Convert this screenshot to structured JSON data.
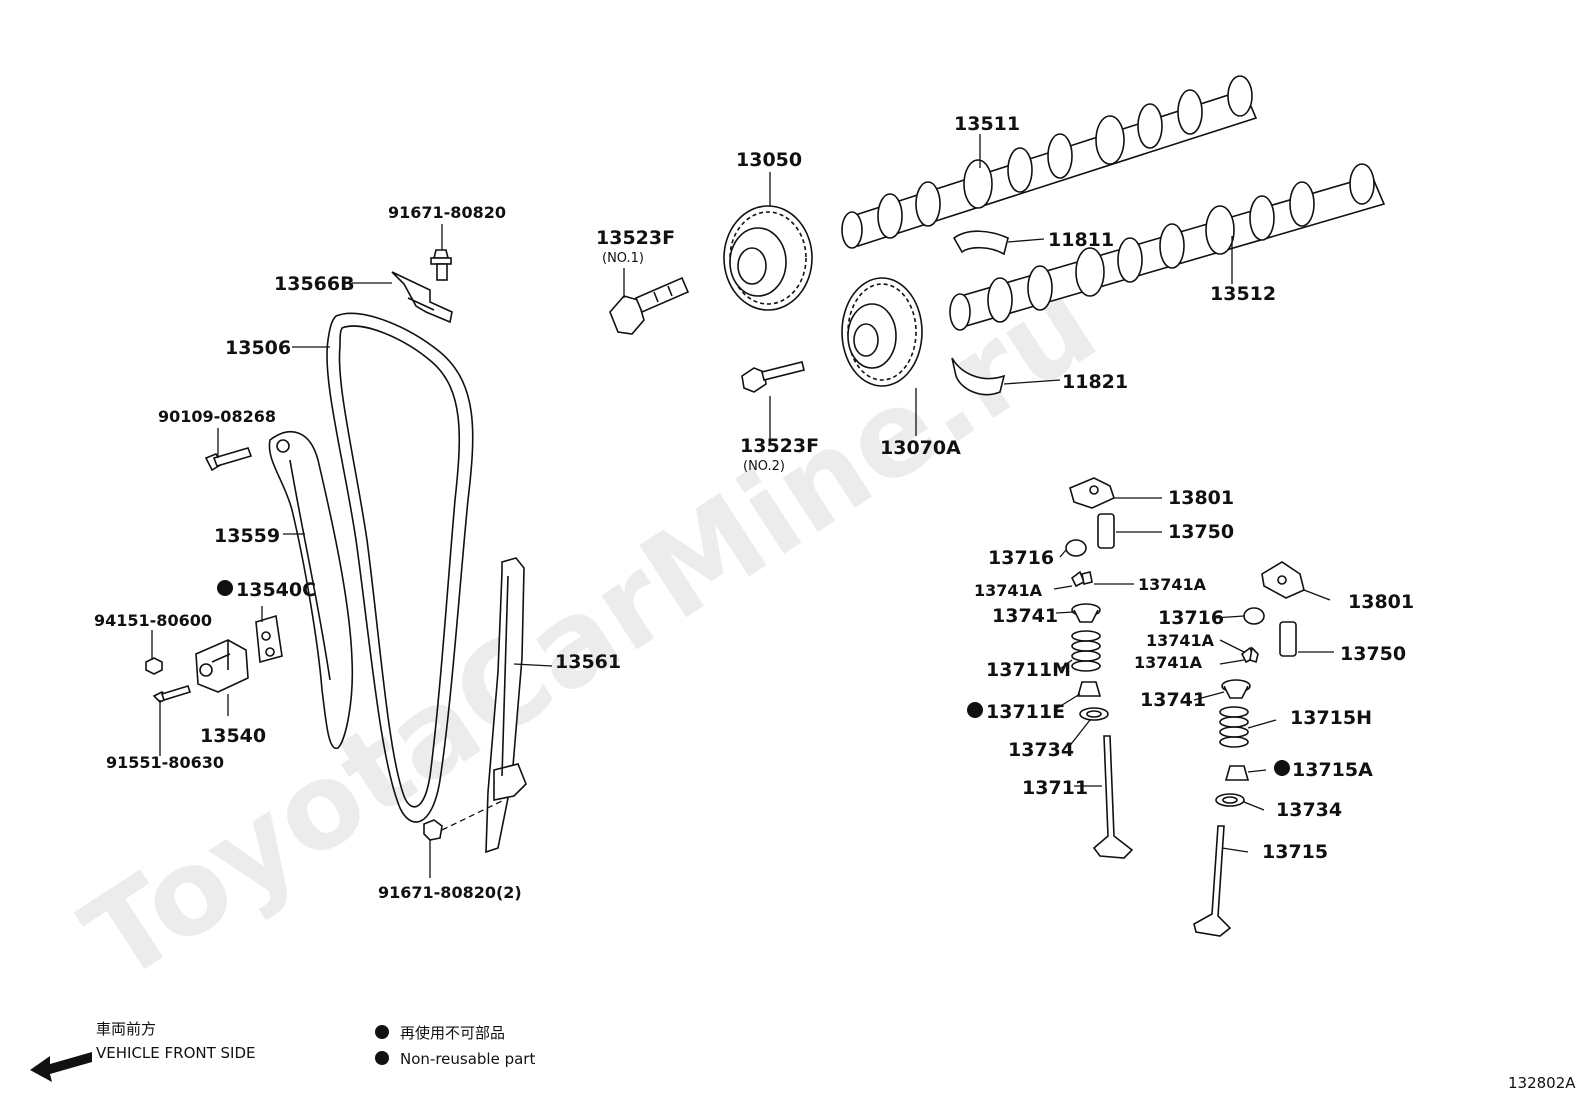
{
  "watermark": "ToyotaCarMine.ru",
  "diagram_code": "132802A",
  "legend": {
    "front_jp": "車両前方",
    "front_en": "VEHICLE FRONT SIDE",
    "nonreuse_jp": "再使用不可部品",
    "nonreuse_en": "Non-reusable part"
  },
  "labels": {
    "p91671_top": "91671-80820",
    "p13566B": "13566B",
    "p13506": "13506",
    "p90109": "90109-08268",
    "p13559": "13559",
    "p13540C": "13540C",
    "p94151": "94151-80600",
    "p13540": "13540",
    "p91551": "91551-80630",
    "p13561": "13561",
    "p91671_bot": "91671-80820(2)",
    "p13523F_1": "13523F",
    "p13523F_1_sub": "(NO.1)",
    "p13050": "13050",
    "p13523F_2": "13523F",
    "p13523F_2_sub": "(NO.2)",
    "p13070A": "13070A",
    "p13511": "13511",
    "p11811": "11811",
    "p13512": "13512",
    "p11821": "11821",
    "p13801_a": "13801",
    "p13750_a": "13750",
    "p13716_a": "13716",
    "p13741A_a": "13741A",
    "p13741A_b": "13741A",
    "p13741_a": "13741",
    "p13711M": "13711M",
    "p13711E": "13711E",
    "p13734_a": "13734",
    "p13711": "13711",
    "p13801_b": "13801",
    "p13716_b": "13716",
    "p13741A_c": "13741A",
    "p13741A_d": "13741A",
    "p13750_b": "13750",
    "p13741_b": "13741",
    "p13715H": "13715H",
    "p13715A": "13715A",
    "p13734_b": "13734",
    "p13715": "13715"
  }
}
